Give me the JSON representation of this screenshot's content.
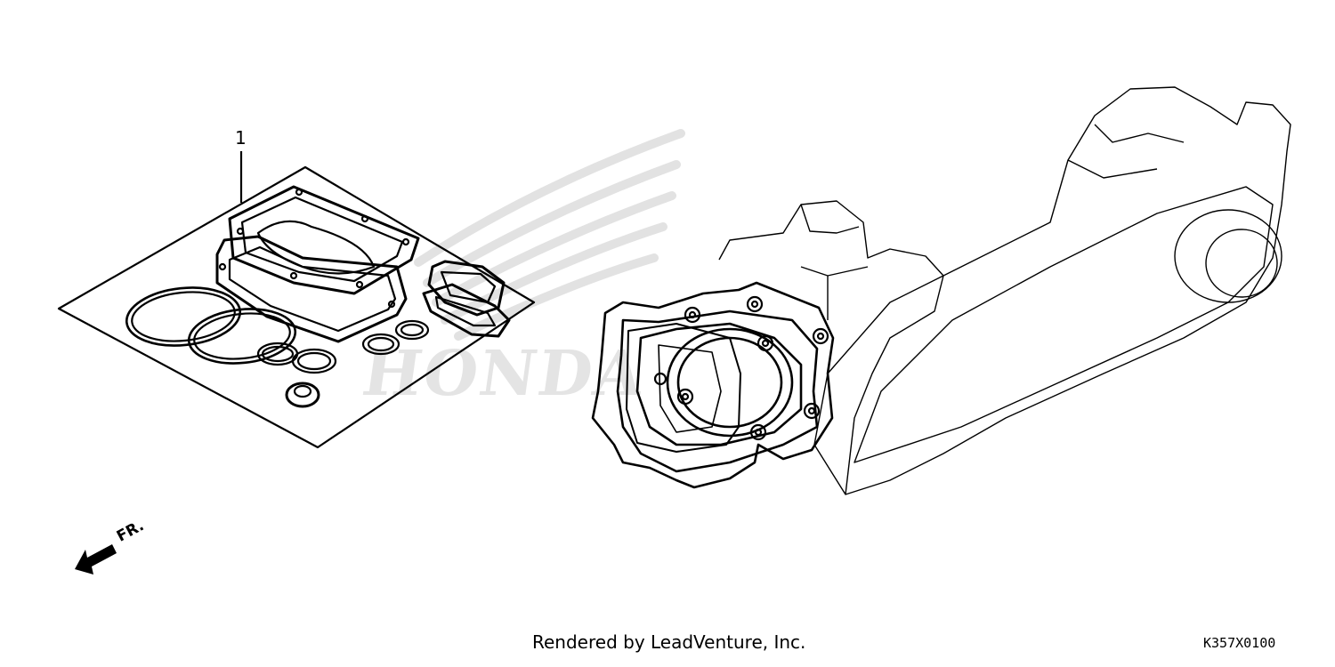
{
  "diagram": {
    "callouts": [
      {
        "id": "1",
        "label": "1"
      }
    ],
    "direction_marker": {
      "label": "FR.",
      "icon": "front-direction-arrow-icon"
    },
    "watermark": {
      "text": "HONDA",
      "icon": "wing-logo-icon"
    },
    "footer": {
      "credit": "Rendered by LeadVenture, Inc.",
      "diagram_code": "K357X0100"
    },
    "colors": {
      "line": "#000000",
      "watermark": "#e4e4e4",
      "background": "#ffffff"
    }
  }
}
